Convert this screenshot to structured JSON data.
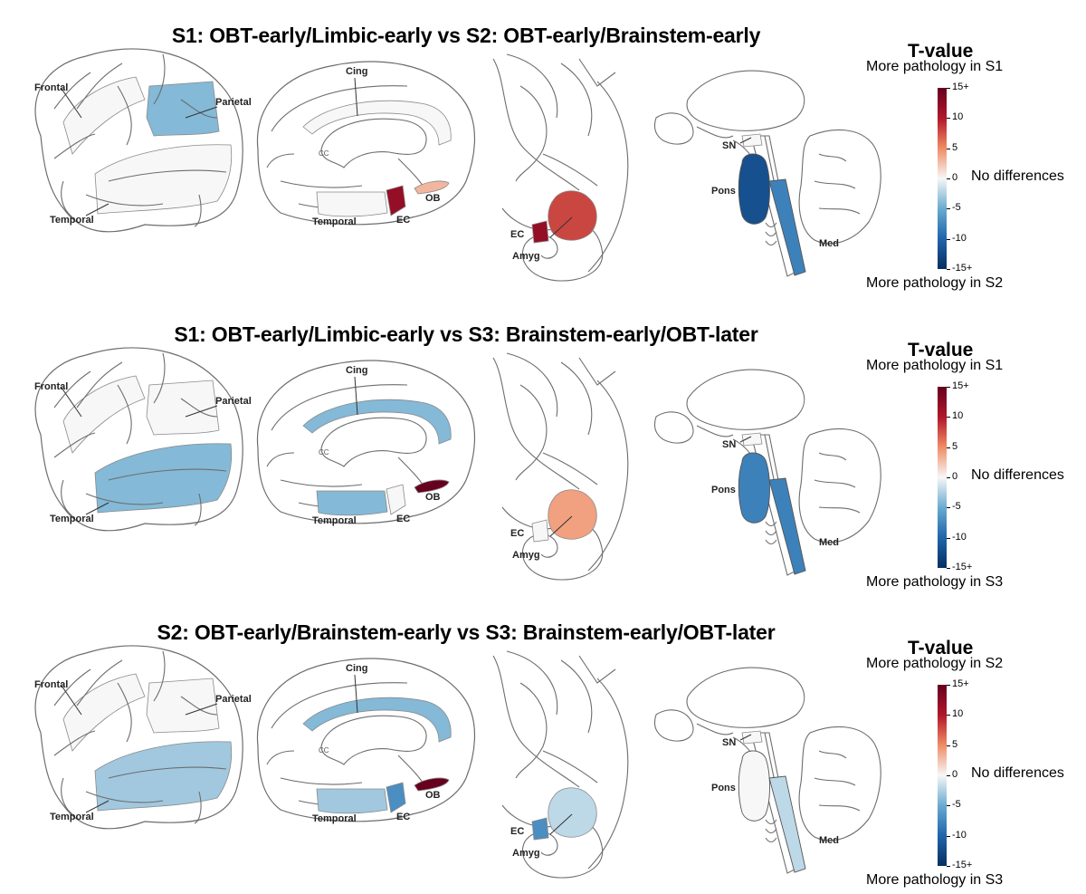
{
  "colors": {
    "scale_top": "#67001f",
    "scale_high": "#b2182b",
    "scale_mid_high": "#ef8a62",
    "scale_zero": "#f7f7f7",
    "scale_mid_low": "#67a9cf",
    "scale_low": "#2166ac",
    "scale_bottom": "#053061"
  },
  "legend_ticks": [
    "15+",
    "10",
    "5",
    "0",
    "-5",
    "-10",
    "-15+"
  ],
  "panels": [
    {
      "title": "S1: OBT-early/Limbic-early vs S2: OBT-early/Brainstem-early",
      "legend": {
        "title": "T-value",
        "top_label": "More pathology in S1",
        "middle_label": "No differences",
        "bottom_label": "More pathology in S2"
      },
      "labels": {
        "frontal": "Frontal",
        "parietal": "Parietal",
        "temporal": "Temporal",
        "cing": "Cing",
        "cc": "CC",
        "ob": "OB",
        "ec": "EC",
        "amyg": "Amyg",
        "sn": "SN",
        "pons": "Pons",
        "med": "Med"
      },
      "region_t_values": {
        "frontal": 0,
        "parietal": -4,
        "temporal": 0,
        "cing": 0,
        "medial_temporal": 0,
        "ec": 12,
        "ob": 3,
        "amyg": 8,
        "ec_coronal": 12,
        "sn": 0,
        "pons": -12,
        "med": -8
      }
    },
    {
      "title": "S1: OBT-early/Limbic-early vs S3: Brainstem-early/OBT-later",
      "legend": {
        "title": "T-value",
        "top_label": "More pathology in S1",
        "middle_label": "No differences",
        "bottom_label": "More pathology in S3"
      },
      "labels": {
        "frontal": "Frontal",
        "parietal": "Parietal",
        "temporal": "Temporal",
        "cing": "Cing",
        "cc": "CC",
        "ob": "OB",
        "ec": "EC",
        "amyg": "Amyg",
        "sn": "SN",
        "pons": "Pons",
        "med": "Med"
      },
      "region_t_values": {
        "frontal": 0,
        "parietal": 0,
        "temporal": -4,
        "cing": -4,
        "medial_temporal": -4,
        "ec": 0,
        "ob": 15,
        "amyg": 4,
        "ec_coronal": 0,
        "sn": 0,
        "pons": -8,
        "med": -8
      }
    },
    {
      "title": "S2: OBT-early/Brainstem-early vs S3: Brainstem-early/OBT-later",
      "legend": {
        "title": "T-value",
        "top_label": "More pathology in S2",
        "middle_label": "No differences",
        "bottom_label": "More pathology in S3"
      },
      "labels": {
        "frontal": "Frontal",
        "parietal": "Parietal",
        "temporal": "Temporal",
        "cing": "Cing",
        "cc": "CC",
        "ob": "OB",
        "ec": "EC",
        "amyg": "Amyg",
        "sn": "SN",
        "pons": "Pons",
        "med": "Med"
      },
      "region_t_values": {
        "frontal": 0,
        "parietal": 0,
        "temporal": -3,
        "cing": -4,
        "medial_temporal": -3,
        "ec": -7,
        "ob": 15,
        "amyg": -2,
        "ec_coronal": -7,
        "sn": 0,
        "pons": 0,
        "med": -2
      }
    }
  ]
}
